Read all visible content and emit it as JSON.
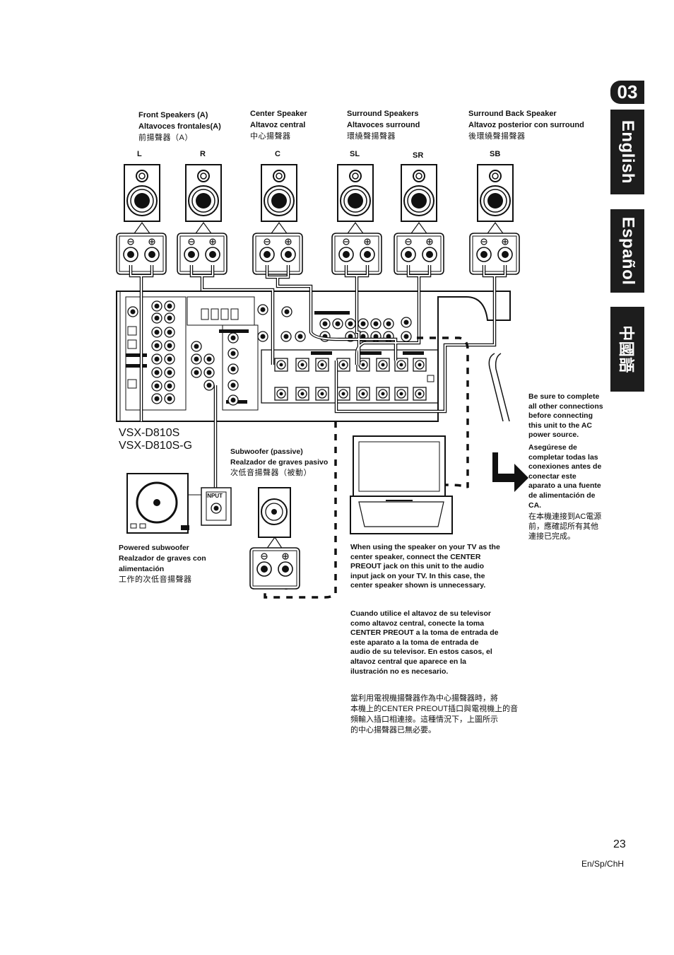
{
  "section_tab": "03",
  "language_tabs": [
    "English",
    "Español",
    "中國語"
  ],
  "speakers": {
    "front": {
      "en": "Front Speakers (A)",
      "es": "Altavoces frontales(A)",
      "zh": "前揚聲器（A）",
      "labels": [
        "L",
        "R"
      ]
    },
    "center": {
      "en": "Center Speaker",
      "es": "Altavoz central",
      "zh": "中心揚聲器",
      "labels": [
        "C"
      ]
    },
    "surround": {
      "en": "Surround Speakers",
      "es": "Altavoces surround",
      "zh": "環繞聲揚聲器",
      "labels": [
        "SL",
        "SR"
      ]
    },
    "surround_back": {
      "en": "Surround Back Speaker",
      "es": "Altavoz posterior con surround",
      "zh": "後環繞聲揚聲器",
      "labels": [
        "SB"
      ]
    }
  },
  "model": {
    "line1": "VSX-D810S",
    "line2": "VSX-D810S-G"
  },
  "subwoofer_passive": {
    "en": "Subwoofer (passive)",
    "es": "Realzador de graves pasivo",
    "zh": "次低音揚聲器（被動）"
  },
  "powered_subwoofer": {
    "en": "Powered subwoofer",
    "es1": "Realzador de graves con",
    "es2": "alimentación",
    "zh": "工作的次低音揚聲器",
    "input_label": "INPUT"
  },
  "power_note": {
    "en": [
      "Be sure to complete",
      "all other connections",
      "before connecting",
      "this unit to the AC",
      "power source."
    ],
    "es": [
      "Asegúrese de",
      "completar todas las",
      "conexiones antes de",
      "conectar este",
      "aparato a una fuente",
      "de alimentación de",
      "CA."
    ],
    "zh": [
      "在本機連接到AC電源",
      "前，應確認所有其他",
      "連接已完成。"
    ]
  },
  "tv_note": {
    "en": [
      "When using the speaker on your TV as the",
      "center speaker, connect the CENTER",
      "PREOUT jack on this unit to the audio",
      "input jack on your TV. In this case, the",
      "center speaker shown is unnecessary."
    ],
    "es": [
      "Cuando utilice el altavoz de su televisor",
      "como altavoz central, conecte la toma",
      "CENTER PREOUT a la toma de entrada de",
      "este aparato a la toma de entrada de",
      "audio de su televisor. En estos casos, el",
      "altavoz central que aparece en la",
      "ilustración no es necesario."
    ],
    "zh": [
      "當利用電視機揚聲器作為中心揚聲器時，將",
      "本機上的CENTER PREOUT插口與電視機上的音",
      "頻輸入插口相連接。這種情況下，上圖所示",
      "的中心揚聲器已無必要。"
    ]
  },
  "page_number": "23",
  "lang_code": "En/Sp/ChH"
}
